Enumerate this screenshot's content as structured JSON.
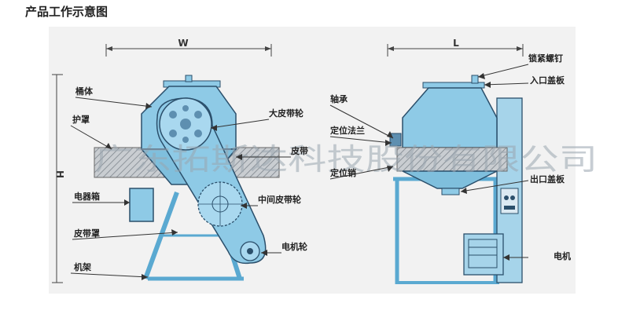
{
  "title": "产品工作示意图",
  "dimensions": {
    "width": "W",
    "length": "L",
    "height": "H"
  },
  "left_labels": {
    "barrel": "桶体",
    "guard": "护罩",
    "electrical_box": "电器箱",
    "belt_cover": "皮带罩",
    "frame": "机架",
    "large_pulley": "大皮带轮",
    "belt": "皮带",
    "middle_pulley": "中间皮带轮",
    "motor_pulley": "电机轮"
  },
  "right_labels": {
    "bearing": "轴承",
    "positioning_flange": "定位法兰",
    "positioning_pin": "定位销",
    "locking_screw": "锁紧螺钉",
    "inlet_cover": "入口盖板",
    "outlet_cover": "出口盖板",
    "motor": "电机"
  },
  "watermark": "广东拓斯达科技股份有限公司",
  "colors": {
    "machine_blue": "#8ecae6",
    "outline": "#2b4f6b",
    "panel": "#f2f2f2",
    "hatch": "#9aa0a6"
  }
}
